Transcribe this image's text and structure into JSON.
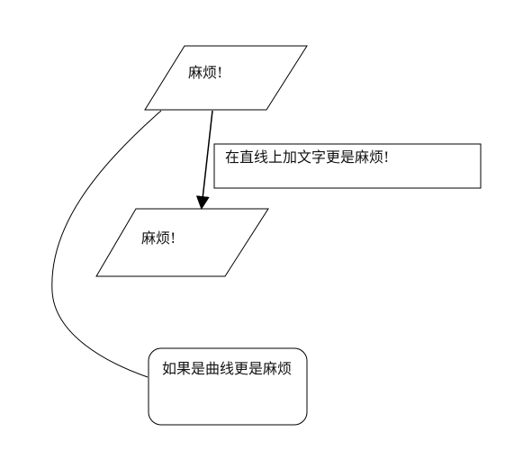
{
  "diagram": {
    "top_shape_text": "麻烦!",
    "middle_shape_text": "麻烦!",
    "arrow_note_text": "在直线上加文字更是麻烦!",
    "curve_note_text": "如果是曲线更是麻烦"
  }
}
